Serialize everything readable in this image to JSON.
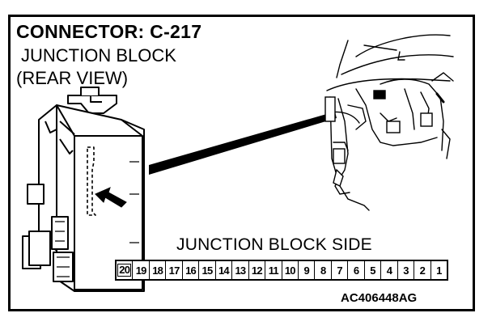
{
  "title": "CONNECTOR: C-217",
  "subtitle_line1": "JUNCTION BLOCK",
  "subtitle_line2": "(REAR VIEW)",
  "connector_label": "JUNCTION BLOCK SIDE",
  "figure_code": "AC406448AG",
  "pins": [
    "20",
    "19",
    "18",
    "17",
    "16",
    "15",
    "14",
    "13",
    "12",
    "11",
    "10",
    "9",
    "8",
    "7",
    "6",
    "5",
    "4",
    "3",
    "2",
    "1"
  ]
}
